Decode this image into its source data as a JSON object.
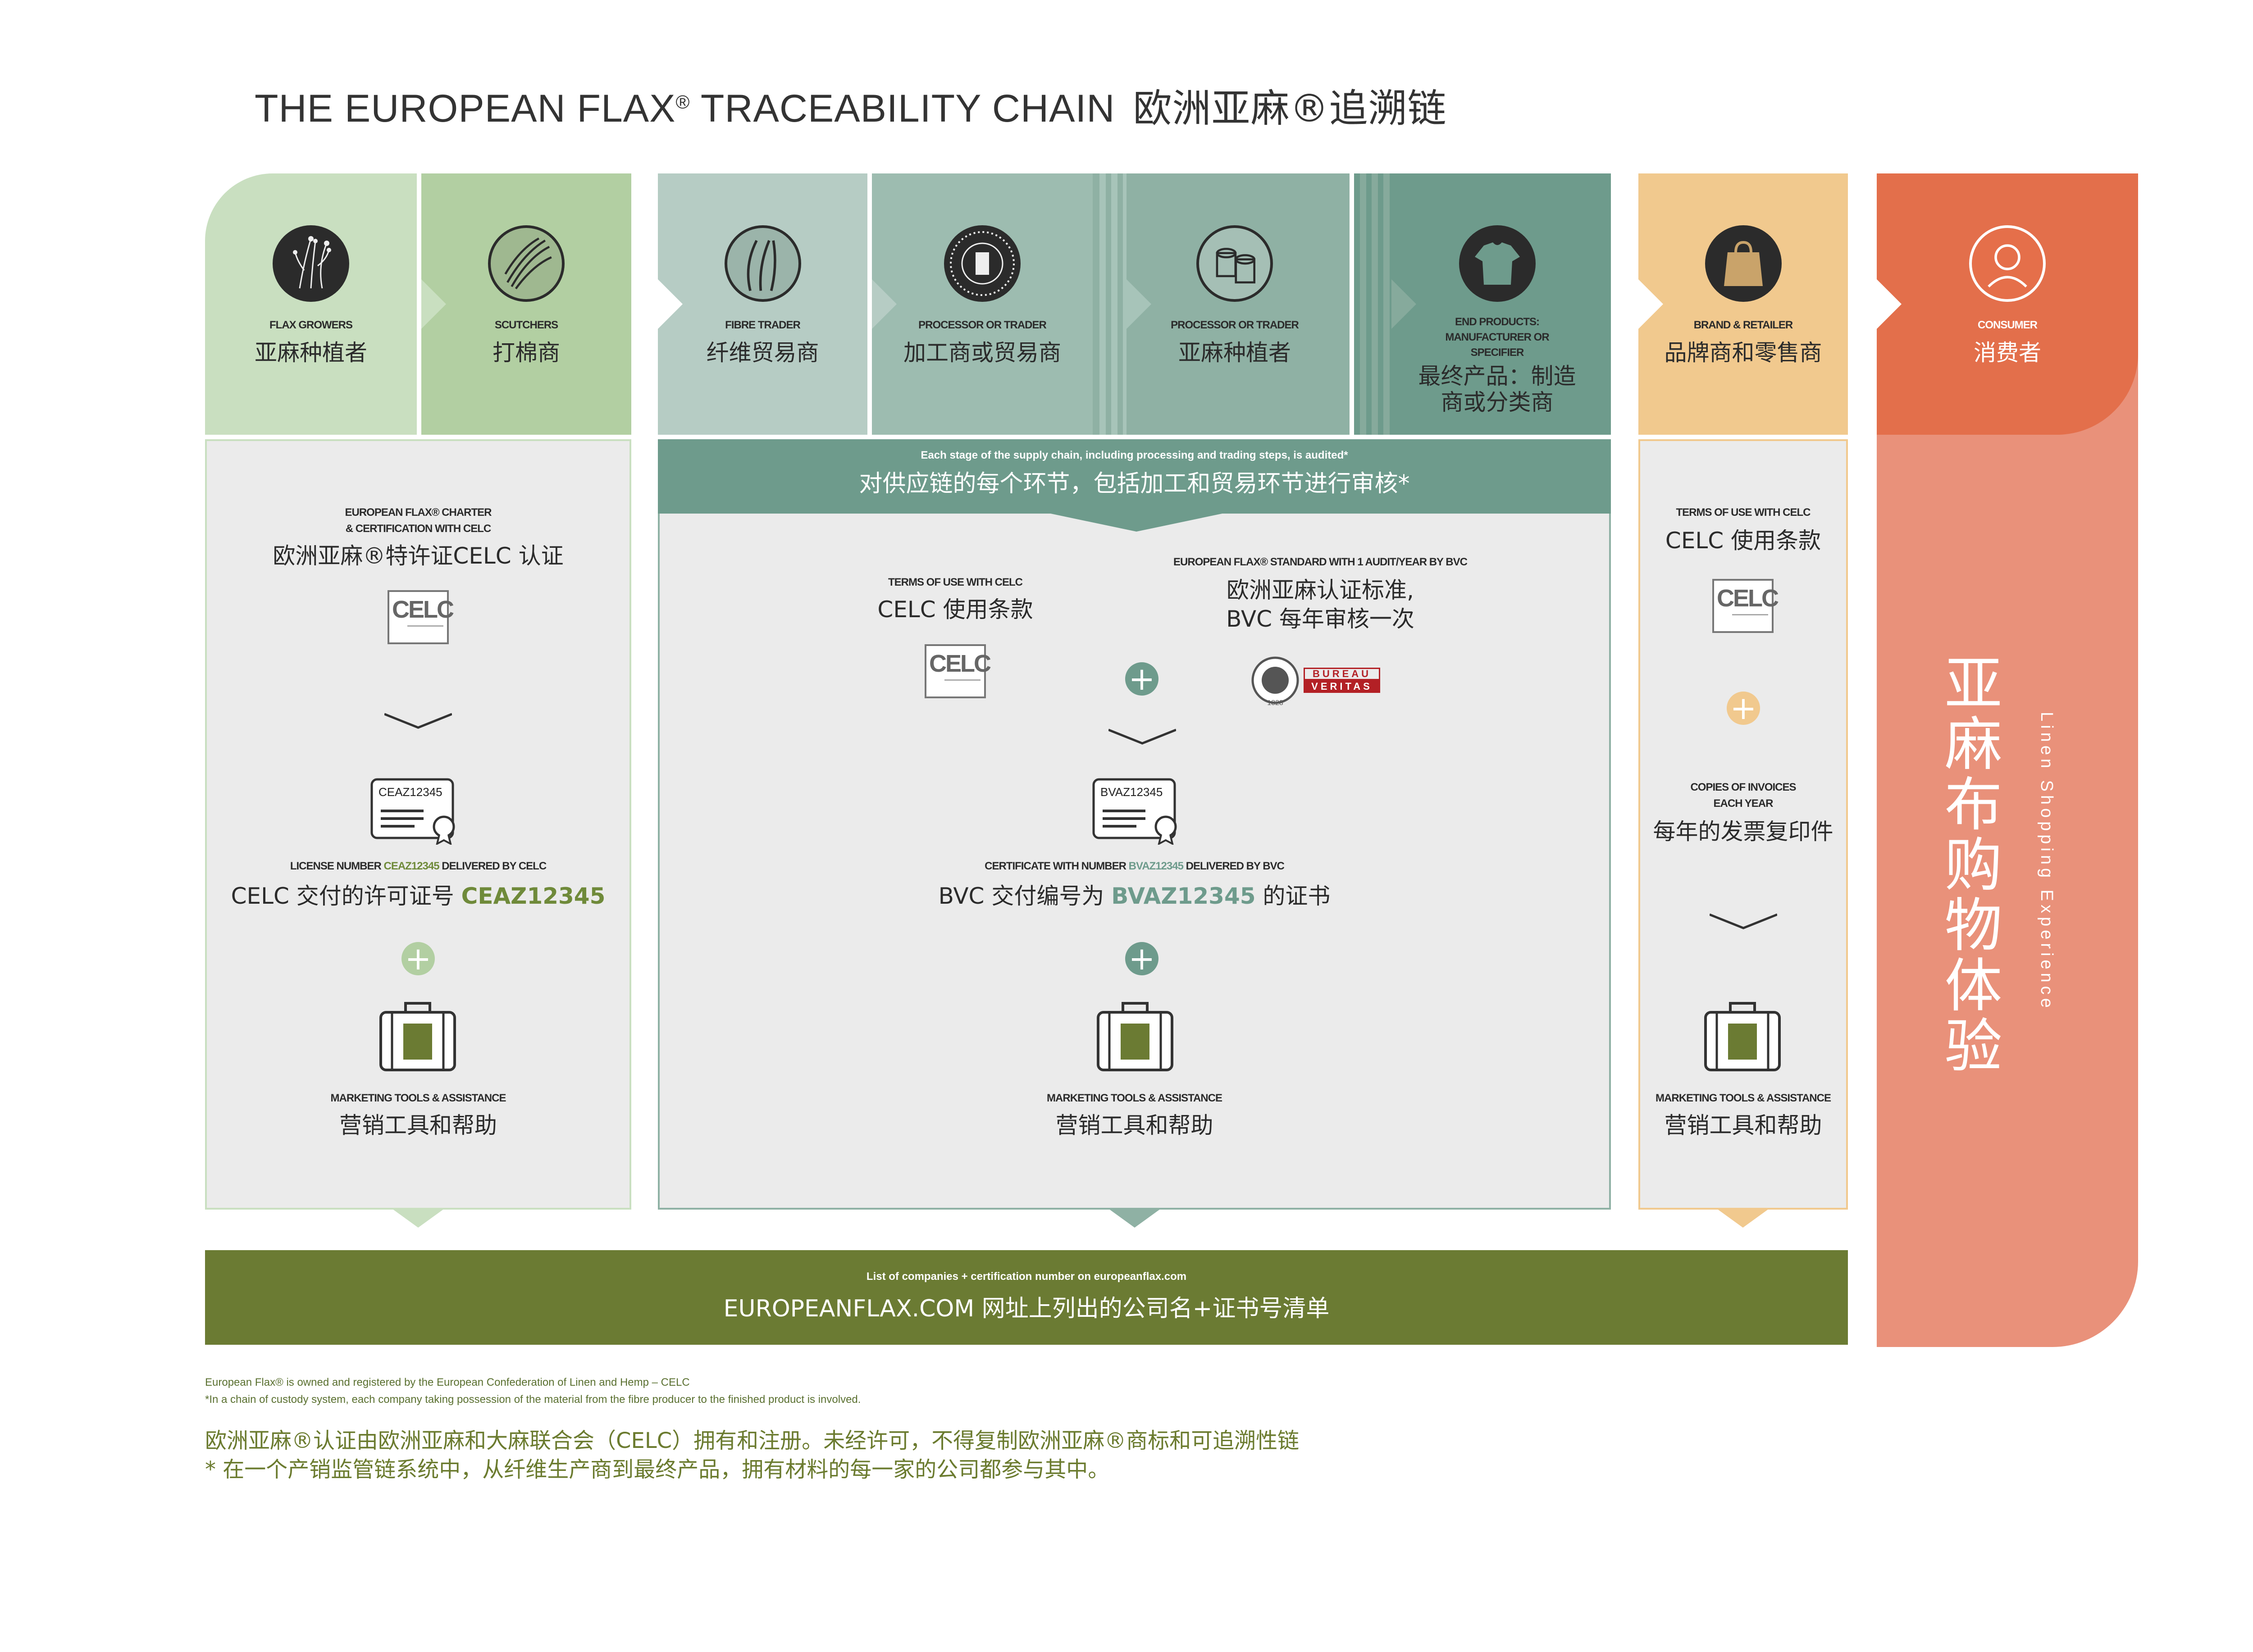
{
  "title": {
    "en_prefix": "THE EUROPEAN FLAX",
    "en_suffix": " TRACEABILITY CHAIN",
    "reg": "®",
    "zh": "欧洲亚麻®追溯链"
  },
  "colors": {
    "green_light": "#c9dfc0",
    "green_mid": "#b2cfa2",
    "teal_light": "#b6ccc4",
    "teal_mid": "#9dbcb0",
    "teal_dark": "#6e9b8c",
    "orange_light": "#f1c98e",
    "consumer": "#e36f4b",
    "consumer_light": "#e9917a",
    "olive": "#6b7b33",
    "panel_grey": "#ebebeb"
  },
  "stages": [
    {
      "en": "FLAX GROWERS",
      "zh": "亚麻种植者",
      "icon": "flax-plant-icon"
    },
    {
      "en": "SCUTCHERS",
      "zh": "打棉商",
      "icon": "scutching-icon"
    },
    {
      "en": "FIBRE TRADER",
      "zh": "纤维贸易商",
      "icon": "fibre-icon"
    },
    {
      "en": "PROCESSOR OR TRADER",
      "zh": "加工商或贸易商",
      "icon": "spinning-icon"
    },
    {
      "en": "PROCESSOR OR TRADER",
      "zh": "亚麻种植者",
      "icon": "yarn-bobbin-icon"
    },
    {
      "en": "END PRODUCTS: MANUFACTURER OR SPECIFIER",
      "zh": "最终产品：制造商或分类商",
      "icon": "shirt-icon"
    },
    {
      "en": "BRAND & RETAILER",
      "zh": "品牌商和零售商",
      "icon": "shopping-bag-icon"
    },
    {
      "en": "CONSUMER",
      "zh": "消费者",
      "icon": "consumer-icon"
    }
  ],
  "panel_left": {
    "charter_en1": "EUROPEAN FLAX® CHARTER",
    "charter_en2": "& CERTIFICATION WITH CELC",
    "charter_zh": "欧洲亚麻®特许证CELC 认证",
    "celc_logo": "CELC",
    "cert_code": "CEAZ12345",
    "license_en_a": "LICENSE NUMBER ",
    "license_en_code": "CEAZ12345",
    "license_en_b": " DELIVERED BY CELC",
    "license_zh_a": "CELC 交付的许可证号 ",
    "license_zh_code": "CEAZ12345",
    "marketing_en": "MARKETING TOOLS & ASSISTANCE",
    "marketing_zh": "营销工具和帮助"
  },
  "panel_mid": {
    "audit_en": "Each stage of the supply chain, including processing and trading steps, is audited*",
    "audit_zh": "对供应链的每个环节，包括加工和贸易环节进行审核*",
    "terms_en": "TERMS OF USE WITH CELC",
    "terms_zh": "CELC 使用条款",
    "celc_logo": "CELC",
    "standard_en": "EUROPEAN FLAX® STANDARD WITH 1 AUDIT/YEAR BY BVC",
    "standard_zh1": "欧洲亚麻认证标准,",
    "standard_zh2": "BVC 每年审核一次",
    "bv_line1": "BUREAU",
    "bv_line2": "VERITAS",
    "bv_year": "1828",
    "cert_code": "BVAZ12345",
    "certificate_en_a": "CERTIFICATE WITH NUMBER ",
    "certificate_en_code": "BVAZ12345",
    "certificate_en_b": " DELIVERED BY BVC",
    "certificate_zh_a": "BVC 交付编号为 ",
    "certificate_zh_code": "BVAZ12345",
    "certificate_zh_b": " 的证书",
    "marketing_en": "MARKETING TOOLS & ASSISTANCE",
    "marketing_zh": "营销工具和帮助"
  },
  "panel_right": {
    "terms_en": "TERMS OF USE WITH CELC",
    "terms_zh": "CELC 使用条款",
    "celc_logo": "CELC",
    "invoices_en1": "COPIES OF INVOICES",
    "invoices_en2": "EACH YEAR",
    "invoices_zh": "每年的发票复印件",
    "marketing_en": "MARKETING TOOLS & ASSISTANCE",
    "marketing_zh": "营销工具和帮助"
  },
  "consumer_column": {
    "zh": "亚麻布购物体验",
    "en": "Linen Shopping Experience"
  },
  "website_banner": {
    "en": "List of companies + certification number on europeanflax.com",
    "zh": "EUROPEANFLAX.COM 网址上列出的公司名+证书号清单"
  },
  "footnotes": {
    "en1": "European Flax® is owned and registered by the European Confederation of Linen and Hemp – CELC",
    "en2": "*In a chain of custody system, each company taking possession of the material from the fibre producer to the finished product is involved.",
    "zh1": "欧洲亚麻®认证由欧洲亚麻和大麻联合会（CELC）拥有和注册。未经许可，不得复制欧洲亚麻®商标和可追溯性链",
    "zh2": "* 在一个产销监管链系统中，从纤维生产商到最终产品，拥有材料的每一家的公司都参与其中。"
  }
}
